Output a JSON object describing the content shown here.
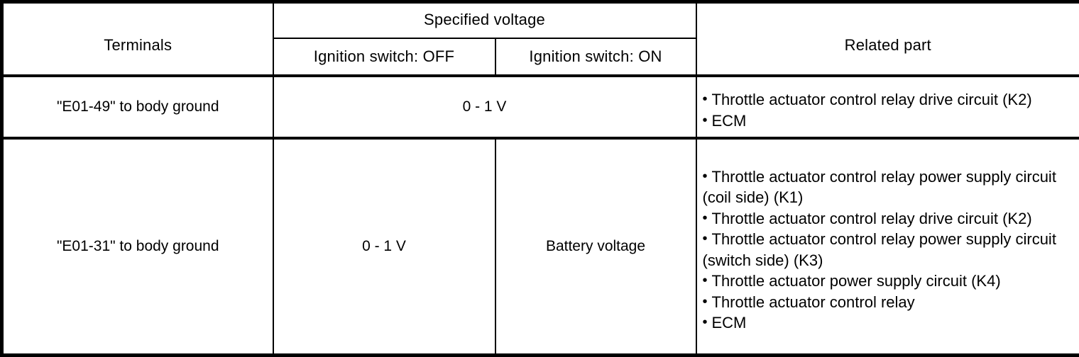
{
  "table": {
    "headers": {
      "terminals": "Terminals",
      "specified_voltage": "Specified voltage",
      "ignition_off": "Ignition switch: OFF",
      "ignition_on": "Ignition switch: ON",
      "related_part": "Related part"
    },
    "bullet_glyph": "•",
    "rows": [
      {
        "terminal": "\"E01-49\" to body ground",
        "voltage_span": "0 - 1 V",
        "voltage_off": null,
        "voltage_on": null,
        "related_parts": [
          "Throttle actuator control relay drive circuit (K2)",
          "ECM"
        ]
      },
      {
        "terminal": "\"E01-31\" to body ground",
        "voltage_span": null,
        "voltage_off": "0 - 1 V",
        "voltage_on": "Battery voltage",
        "related_parts": [
          "Throttle actuator control relay power supply circuit (coil side) (K1)",
          "Throttle actuator control relay drive circuit (K2)",
          "Throttle actuator control relay power supply circuit (switch side) (K3)",
          "Throttle actuator power supply circuit (K4)",
          "Throttle actuator control relay",
          "ECM"
        ]
      }
    ]
  }
}
